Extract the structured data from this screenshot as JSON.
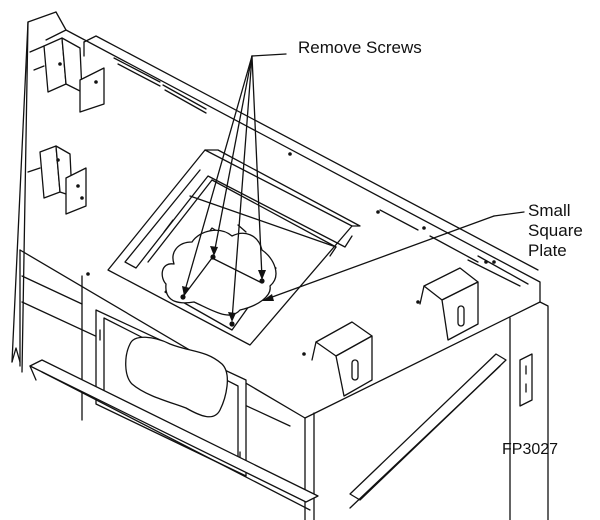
{
  "callouts": {
    "remove_screws": "Remove Screws",
    "small_square_plate": [
      "Small",
      "Square",
      "Plate"
    ]
  },
  "figure_number": "FP3027"
}
